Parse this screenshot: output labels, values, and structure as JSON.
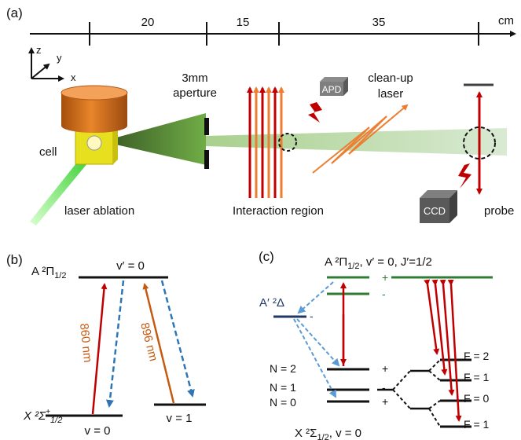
{
  "panel_a": {
    "label": "(a)",
    "axis": {
      "unit": "cm",
      "segments": [
        "20",
        "15",
        "35"
      ]
    },
    "coords": {
      "x": "x",
      "y": "y",
      "z": "z"
    },
    "labels": {
      "aperture_line1": "3mm",
      "aperture_line2": "aperture",
      "cell": "cell",
      "laser_ablation": "laser ablation",
      "interaction_region": "Interaction region",
      "apd": "APD",
      "cleanup_line1": "clean-up",
      "cleanup_line2": "laser",
      "ccd": "CCD",
      "probe": "probe"
    }
  },
  "panel_b": {
    "label": "(b)",
    "upper_state_main": "A ²Π",
    "upper_state_sub": "1/2",
    "upper_level": "v′ = 0",
    "lower_state_main": "X ²Σ",
    "lower_state_sup": "+",
    "lower_state_sub": "1/2",
    "v0": "v = 0",
    "v1": "v = 1",
    "wl_860": "860 nm",
    "wl_896": "896 nm",
    "colors": {
      "red": "#c00000",
      "orange": "#c55a11",
      "blue": "#2e75b6"
    }
  },
  "panel_c": {
    "label": "(c)",
    "upper_state": "A ²Π",
    "upper_state_sub": "1/2",
    "upper_state_rest": ", v′ = 0, J′=1/2",
    "aprime_state": "A′ ²Δ",
    "lower_state": "X ²Σ",
    "lower_state_sub": "1/2",
    "lower_state_rest": ", v = 0",
    "n_labels": [
      "N = 2",
      "N = 1",
      "N = 0"
    ],
    "parity_upper": [
      "+",
      "-"
    ],
    "parity_aprime": "-",
    "parity_lower": [
      "+",
      "-",
      "+"
    ],
    "f_labels": [
      "F = 2",
      "F = 1",
      "F = 0",
      "F = 1"
    ],
    "colors": {
      "green": "#2e7d32",
      "red": "#c00000",
      "lightblue": "#5b9bd5"
    }
  }
}
